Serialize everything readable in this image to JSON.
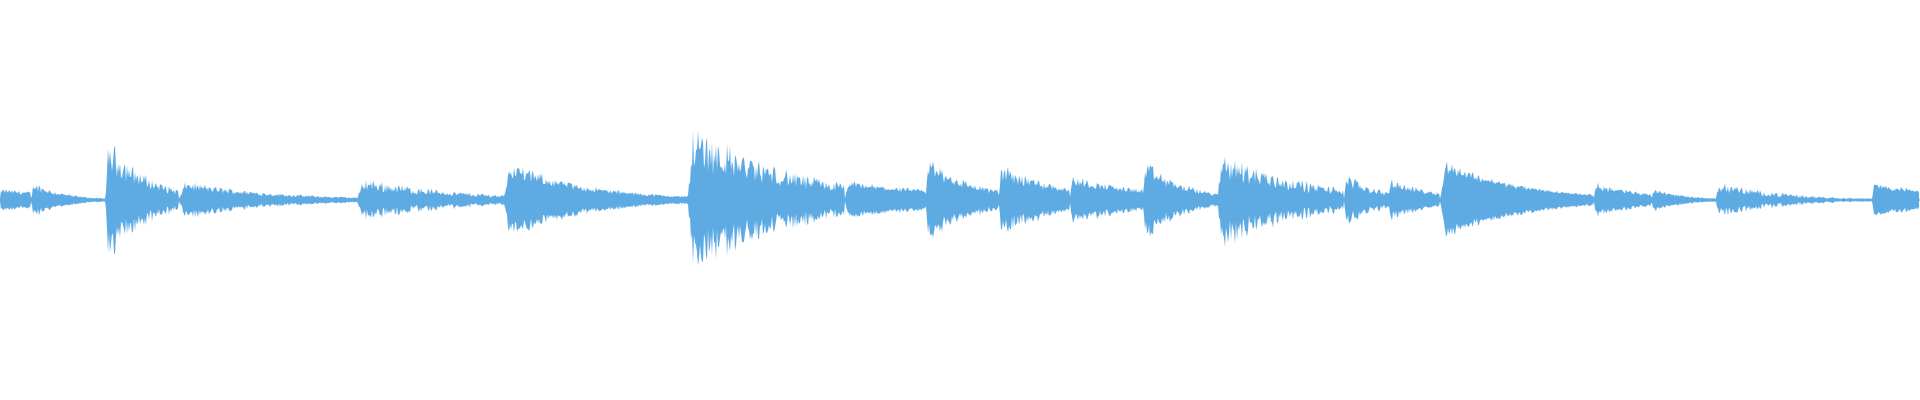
{
  "waveform": {
    "color": "#5eabe3",
    "background": "#ffffff",
    "segments": [
      {
        "start": 0.0,
        "end": 0.016,
        "peak": 0.07,
        "decay": 0.3,
        "noise": 0.5
      },
      {
        "start": 0.016,
        "end": 0.055,
        "peak": 0.12,
        "decay": 2.5,
        "noise": 0.6
      },
      {
        "start": 0.055,
        "end": 0.093,
        "peak": 0.38,
        "decay": 1.8,
        "noise": 0.7
      },
      {
        "start": 0.093,
        "end": 0.186,
        "peak": 0.12,
        "decay": 2.0,
        "noise": 0.6
      },
      {
        "start": 0.186,
        "end": 0.262,
        "peak": 0.13,
        "decay": 1.5,
        "noise": 0.8
      },
      {
        "start": 0.262,
        "end": 0.358,
        "peak": 0.26,
        "decay": 2.4,
        "noise": 0.5
      },
      {
        "start": 0.358,
        "end": 0.44,
        "peak": 0.45,
        "decay": 1.6,
        "noise": 0.8
      },
      {
        "start": 0.44,
        "end": 0.482,
        "peak": 0.12,
        "decay": 0.6,
        "noise": 0.4
      },
      {
        "start": 0.482,
        "end": 0.52,
        "peak": 0.27,
        "decay": 1.5,
        "noise": 0.6
      },
      {
        "start": 0.52,
        "end": 0.557,
        "peak": 0.22,
        "decay": 1.0,
        "noise": 0.6
      },
      {
        "start": 0.557,
        "end": 0.595,
        "peak": 0.15,
        "decay": 0.8,
        "noise": 0.5
      },
      {
        "start": 0.595,
        "end": 0.634,
        "peak": 0.25,
        "decay": 1.8,
        "noise": 0.6
      },
      {
        "start": 0.634,
        "end": 0.7,
        "peak": 0.29,
        "decay": 1.5,
        "noise": 0.8
      },
      {
        "start": 0.7,
        "end": 0.723,
        "peak": 0.16,
        "decay": 1.2,
        "noise": 0.7
      },
      {
        "start": 0.723,
        "end": 0.75,
        "peak": 0.13,
        "decay": 1.0,
        "noise": 0.5
      },
      {
        "start": 0.75,
        "end": 0.83,
        "peak": 0.28,
        "decay": 2.0,
        "noise": 0.3
      },
      {
        "start": 0.83,
        "end": 0.86,
        "peak": 0.11,
        "decay": 1.0,
        "noise": 0.5
      },
      {
        "start": 0.86,
        "end": 0.893,
        "peak": 0.08,
        "decay": 2.0,
        "noise": 0.5
      },
      {
        "start": 0.893,
        "end": 0.975,
        "peak": 0.11,
        "decay": 2.5,
        "noise": 0.8
      },
      {
        "start": 0.975,
        "end": 1.0,
        "peak": 0.11,
        "decay": 0.5,
        "noise": 0.4
      }
    ]
  }
}
